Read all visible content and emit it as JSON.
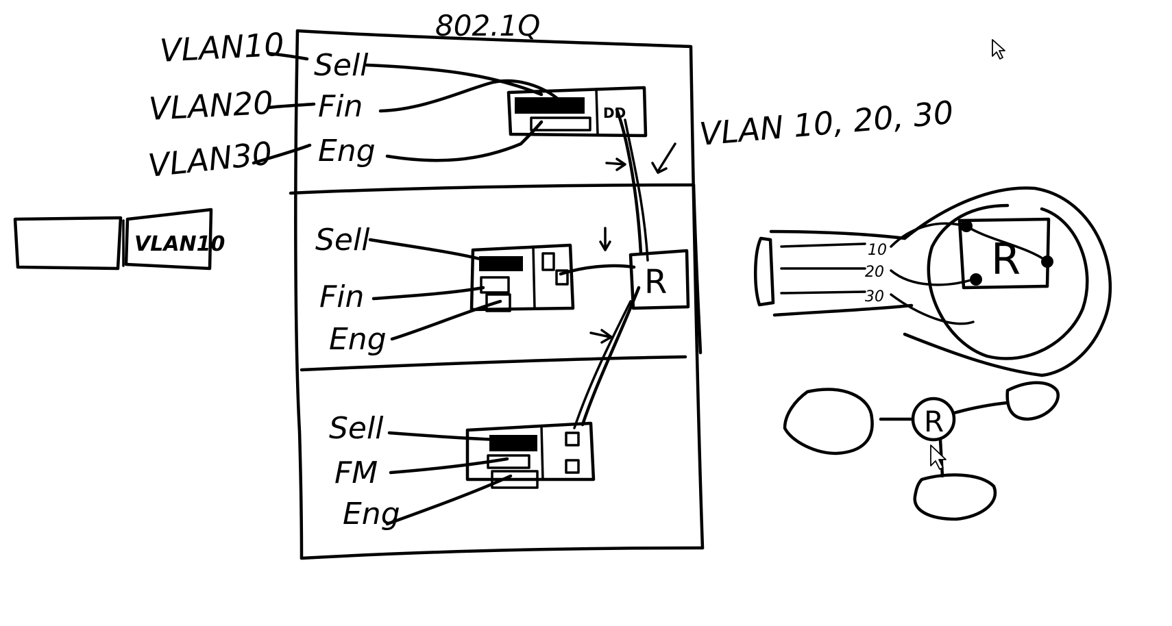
{
  "diagram": {
    "title": "802.1Q",
    "left_vlans": [
      "VLAN10",
      "VLAN20",
      "VLAN30"
    ],
    "trunk_label": "VLAN 10, 20, 30",
    "floors": [
      {
        "ports": [
          "Sell",
          "Fin",
          "Eng"
        ]
      },
      {
        "ports": [
          "Sell",
          "Fin",
          "Eng"
        ]
      },
      {
        "ports": [
          "Sell",
          "FM",
          "Eng"
        ]
      }
    ],
    "router_letter": "R",
    "frame_tag": "VLAN10",
    "subinterfaces": [
      "10",
      "20",
      "30"
    ],
    "colors": {
      "ink": "#000000",
      "background": "#ffffff"
    },
    "icons": [
      "mouse-pointer-icon",
      "mouse-pointer-icon"
    ]
  }
}
